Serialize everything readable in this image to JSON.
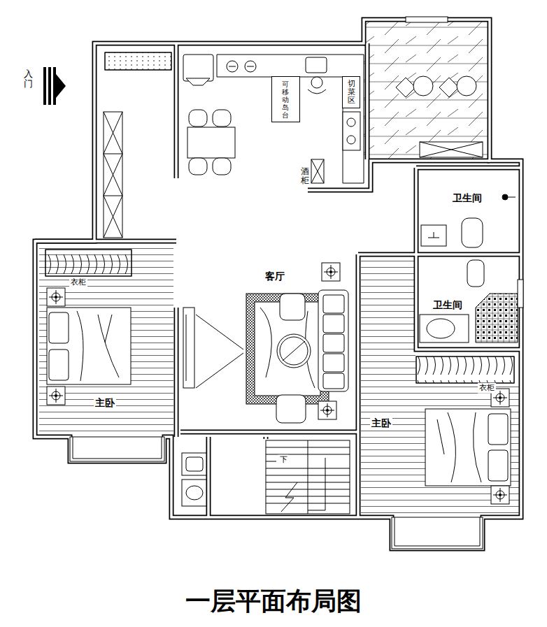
{
  "diagram": {
    "title": "一层平面布局图",
    "nodes": [
      {
        "text": [
          "可移动岛台"
        ]
      },
      {
        "text": [
          "切菜区"
        ]
      }
    ],
    "labels": [
      "入门",
      "酒柜",
      "卫生间",
      "客厅",
      "衣柜",
      "卫生间",
      "衣柜",
      "主卧",
      "主卧",
      "下"
    ]
  }
}
